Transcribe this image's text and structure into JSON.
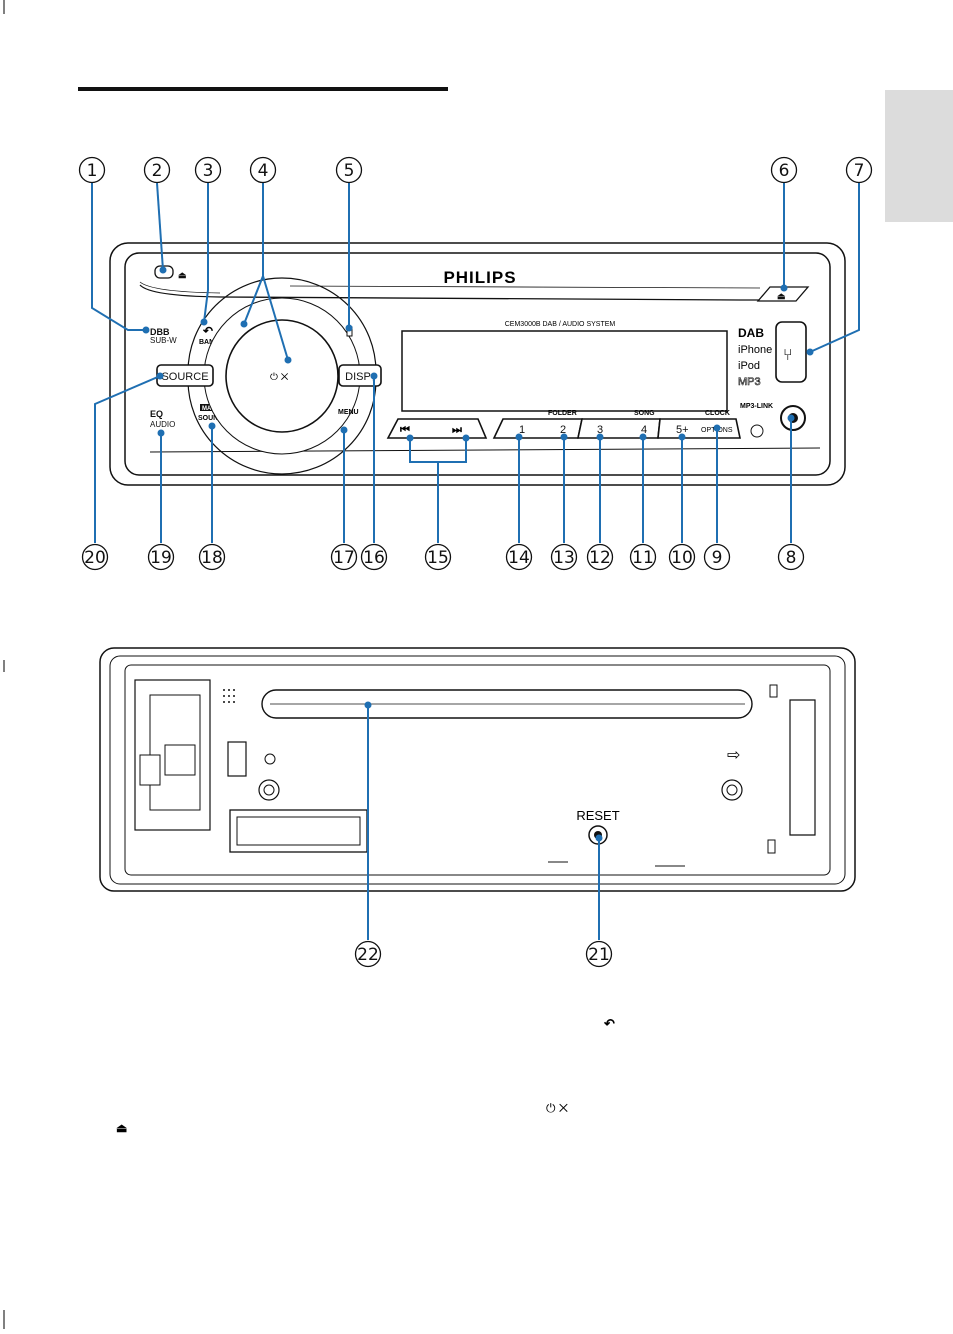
{
  "panel_front": {
    "brand": "PHILIPS",
    "model": "CEM3000B DAB / AUDIO SYSTEM",
    "labels": {
      "dbb": "DBB",
      "subw": "SUB-W",
      "band": "BAND",
      "source": "SOURCE",
      "disp": "DISP",
      "menu": "MENU",
      "eq": "EQ",
      "audio": "AUDIO",
      "max": "MAX",
      "sound": "SOUND",
      "folder": "FOLDER",
      "song": "SONG",
      "clock": "CLOCK",
      "options": "OPTIONS",
      "mp3link": "MP3-LINK",
      "dab": "DAB",
      "iphone": "iPhone",
      "ipod": "iPod",
      "mp3": "MP3",
      "presets": [
        "1",
        "2",
        "3",
        "4",
        "5+"
      ]
    }
  },
  "panel_back": {
    "reset": "RESET"
  },
  "callouts": [
    "1",
    "2",
    "3",
    "4",
    "5",
    "6",
    "7",
    "8",
    "9",
    "10",
    "11",
    "12",
    "13",
    "14",
    "15",
    "16",
    "17",
    "18",
    "19",
    "20",
    "21",
    "22"
  ],
  "accent_color": "#1f6fb2"
}
